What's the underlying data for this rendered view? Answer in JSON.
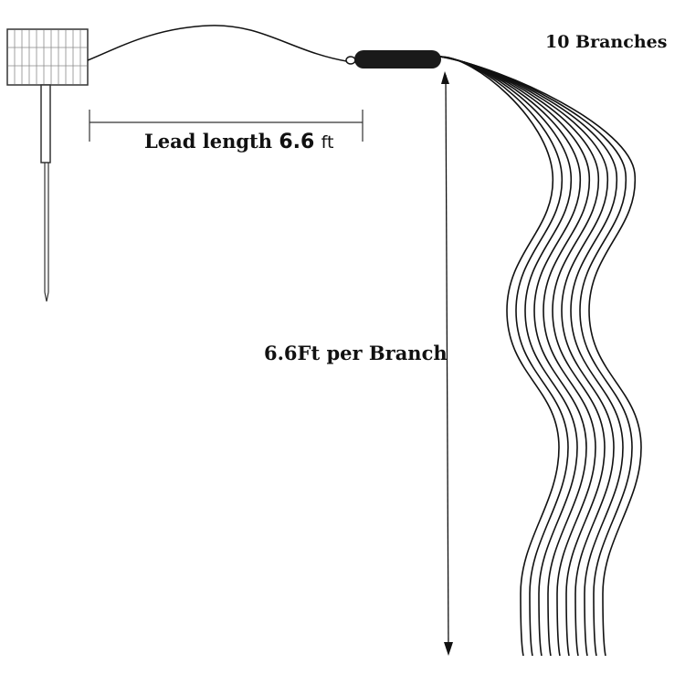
{
  "labels": {
    "lead_text": "Lead length",
    "lead_number": "6.6",
    "lead_unit": "ft",
    "branches": "10 Branches",
    "per_branch": "6.6Ft per Branch"
  },
  "branch_count": 10,
  "colors": {
    "stroke": "#111111",
    "panel_line": "#8a8a8a",
    "body": "#1a1a1a"
  }
}
